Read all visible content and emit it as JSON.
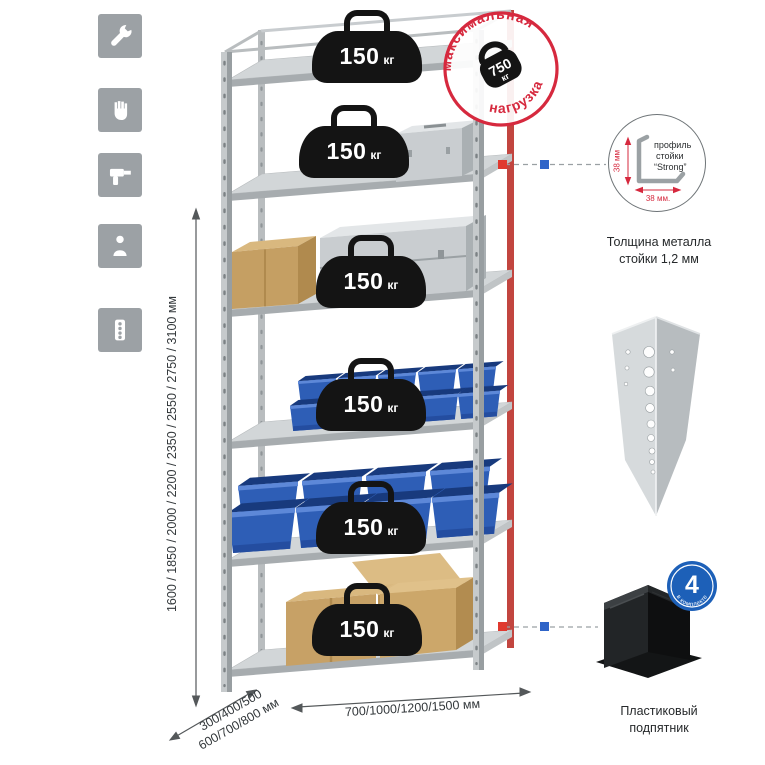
{
  "colors": {
    "accent_red": "#d6293e",
    "marker_red": "#e0392f",
    "marker_blue": "#2f64c8",
    "bin_blue": "#2e5eb6",
    "metal_gray": "#c6cacc",
    "badge_black": "#141414",
    "count_badge_blue": "#1d60b8"
  },
  "icons": [
    {
      "name": "wrench-icon"
    },
    {
      "name": "glove-icon"
    },
    {
      "name": "drill-icon"
    },
    {
      "name": "person-icon"
    },
    {
      "name": "fasteners-icon"
    }
  ],
  "shelf_badges": {
    "unit": "кг",
    "values": [
      "150",
      "150",
      "150",
      "150",
      "150",
      "150"
    ]
  },
  "stamp": {
    "arc_top": "максимальная",
    "arc_bottom": "нагрузка",
    "value": "750",
    "unit": "кг"
  },
  "dimensions": {
    "height": "1600 / 1850 / 2000 / 2200 / 2350 / 2550 / 2750 / 3100 мм",
    "depth_line1": "300/400/500",
    "depth_line2": "600/700/800 мм",
    "width": "700/1000/1200/1500 мм"
  },
  "profile_callout": {
    "line1": "профиль",
    "line2": "стойки",
    "line3": "“Strong”",
    "dim_vertical": "38 мм",
    "dim_horizontal": "38 мм.",
    "caption_line1": "Толщина металла",
    "caption_line2": "стойки 1,2 мм"
  },
  "foot_callout": {
    "badge_number": "4",
    "badge_text": "в комплекте",
    "caption_line1": "Пластиковый",
    "caption_line2": "подпятник"
  }
}
